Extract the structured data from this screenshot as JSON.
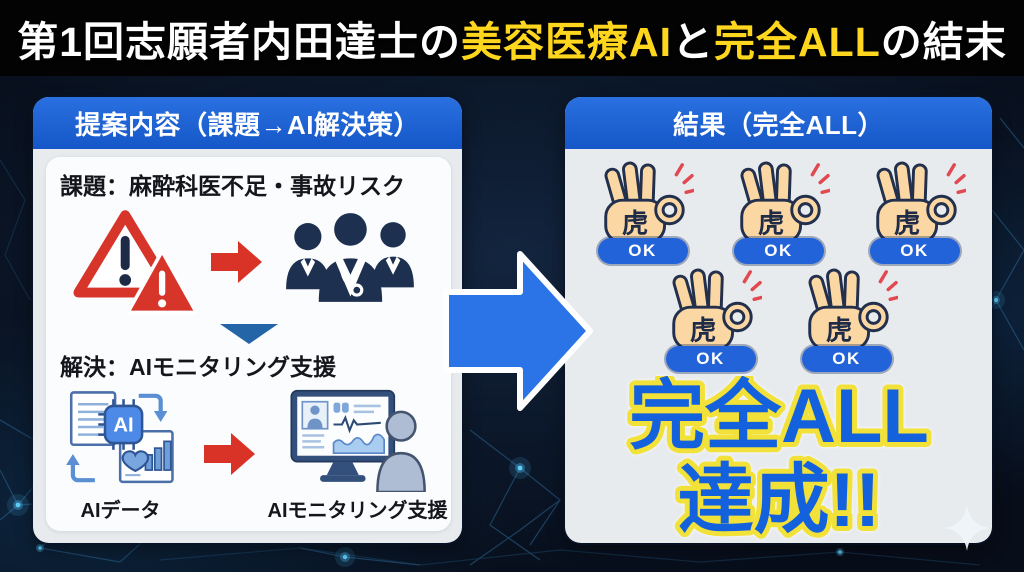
{
  "title": {
    "part1": "第1回志願者内田達士の",
    "highlight1": "美容医療AI",
    "part2": "と",
    "highlight2": "完全ALL",
    "part3": "の結末"
  },
  "proposal_panel": {
    "header": "提案内容（課題→AI解決策）",
    "problem_text": "課題：麻酔科医不足・事故リスク",
    "solution_text": "解決：AIモニタリング支援",
    "ai_chip_label": "AI",
    "caption_ai_data": "AIデータ",
    "caption_monitoring": "AIモニタリング支援"
  },
  "result_panel": {
    "header": "結果（完全ALL）",
    "stamp": {
      "hand_char": "虎",
      "ok_label": "OK",
      "count": 5
    },
    "big_line1": "完全ALL",
    "big_line2": "達成!!"
  },
  "icons": {
    "warning": "warning-triangles-icon",
    "doctors": "medical-staff-icon",
    "red_arrow": "red-arrow-icon",
    "down_arrow": "down-arrow-icon",
    "ai_data": "ai-data-icon",
    "monitor": "ai-monitoring-icon",
    "ok_hand": "ok-hand-icon",
    "flow_arrow": "flow-arrow-icon",
    "sparkle": "sparkle-icon"
  },
  "colors": {
    "banner_bg": "#030303",
    "background_navy": "#0b1729",
    "header_blue": "#1a61d4",
    "flow_arrow_blue": "#2b74e8",
    "accent_yellow": "#ffd61e",
    "alert_red": "#d7342a",
    "navy_icon": "#1d3050",
    "ok_badge_blue": "#2263da",
    "big_text_blue": "#1461de",
    "big_text_stroke_yellow": "#f2e139",
    "network_cyan": "#5fd0f8"
  }
}
